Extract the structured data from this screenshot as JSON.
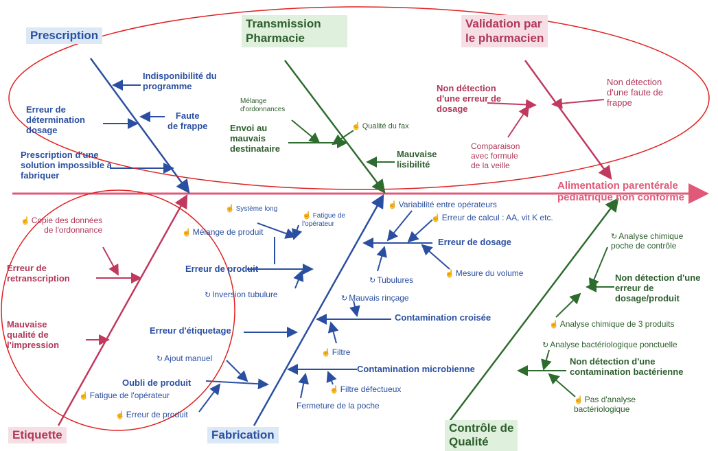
{
  "outcome": {
    "line1": "Alimentation parentérale",
    "line2": "pédiatrique non conforme"
  },
  "categories": {
    "prescription": "Prescription",
    "transmission": "Transmission Pharmacie",
    "validation_l1": "Validation par",
    "validation_l2": "le pharmacien",
    "etiquette": "Etiquette",
    "fabrication": "Fabrication",
    "controle_l1": "Contrôle de",
    "controle_l2": "Qualité"
  },
  "prescription": {
    "indispo_l1": "Indisponibilité du",
    "indispo_l2": "programme",
    "erreur_l1": "Erreur de",
    "erreur_l2": "détermination",
    "erreur_l3": "dosage",
    "faute_l1": "Faute",
    "faute_l2": "de frappe",
    "impossible_l1": "Prescription d'une",
    "impossible_l2": "solution impossible à",
    "impossible_l3": "fabriquer"
  },
  "transmission": {
    "melange_l1": "Mélange",
    "melange_l2": "d'ordonnances",
    "envoi_l1": "Envoi au",
    "envoi_l2": "mauvais",
    "envoi_l3": "destinataire",
    "fax": "Qualité du fax",
    "lisib_l1": "Mauvaise",
    "lisib_l2": "lisibilité"
  },
  "validation": {
    "dosage_l1": "Non détection",
    "dosage_l2": "d'une erreur de",
    "dosage_l3": "dosage",
    "frappe_l1": "Non détection",
    "frappe_l2": "d'une faute de",
    "frappe_l3": "frappe",
    "compar_l1": "Comparaison",
    "compar_l2": "avec formule",
    "compar_l3": "de la veille"
  },
  "etiquette": {
    "copie_l1": "Copie des données",
    "copie_l2": "de l'ordonnance",
    "retrans_l1": "Erreur de",
    "retrans_l2": "retranscription",
    "impr_l1": "Mauvaise",
    "impr_l2": "qualité de",
    "impr_l3": "l'impression"
  },
  "fabrication": {
    "systeme": "Système long",
    "fatigue_op_l1": "Fatigue de",
    "fatigue_op_l2": "l'opérateur",
    "melange_produit": "Mélange de produit",
    "erreur_produit": "Erreur de produit",
    "inversion": "Inversion tubulure",
    "variabilite": "Variabilité entre opérateurs",
    "calcul": "Erreur de calcul : AA, vit K etc.",
    "erreur_dosage": "Erreur de dosage",
    "tubulures": "Tubulures",
    "mesure": "Mesure du volume",
    "rincage": "Mauvais rinçage",
    "croisee": "Contamination croisée",
    "etiquetage": "Erreur d'étiquetage",
    "filtre": "Filtre",
    "ajout": "Ajout manuel",
    "microb": "Contamination microbienne",
    "oubli": "Oubli de produit",
    "filtre_def": "Filtre défectueux",
    "fatigue2": "Fatigue de l'opérateur",
    "erreur_produit2": "Erreur de produit",
    "fermeture": "Fermeture de la poche"
  },
  "controle": {
    "poche_l1": "Analyse chimique",
    "poche_l2": "poche de contrôle",
    "nd_dosage_l1": "Non détection d'une",
    "nd_dosage_l2": "erreur de",
    "nd_dosage_l3": "dosage/produit",
    "analyse3": "Analyse chimique de 3 produits",
    "bacterio": "Analyse bactériologique ponctuelle",
    "nd_bact_l1": "Non détection d'une",
    "nd_bact_l2": "contamination bactérienne",
    "pas_l1": "Pas d'analyse",
    "pas_l2": "bactériologique"
  },
  "colors": {
    "blue": "#2b4fa0",
    "green": "#2e6b2e",
    "red": "#c0395e",
    "spine": "#e05a78",
    "ellipse": "#e02020",
    "blue_bg": "#dbe8f6",
    "green_bg": "#dff0dc",
    "pink_bg": "#f6dfe4"
  }
}
